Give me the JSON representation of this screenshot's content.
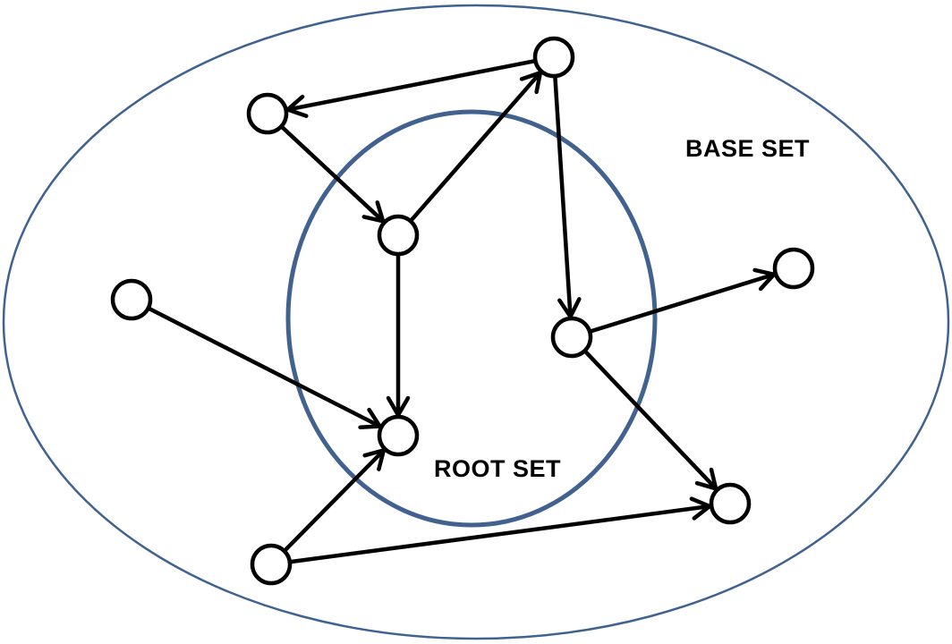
{
  "labels": {
    "base_set": "BASE SET",
    "root_set": "ROOT SET"
  },
  "colors": {
    "base_set_outline": "#3f6291",
    "root_set_outline": "#41618e",
    "node_stroke": "#000000",
    "edge": "#000000"
  },
  "graph": {
    "nodes": [
      {
        "id": "n1"
      },
      {
        "id": "n2"
      },
      {
        "id": "n3"
      },
      {
        "id": "n4"
      },
      {
        "id": "n5"
      },
      {
        "id": "n6"
      },
      {
        "id": "n7"
      },
      {
        "id": "n8"
      },
      {
        "id": "n9"
      },
      {
        "id": "n10"
      }
    ],
    "edges": [
      {
        "from": "n1",
        "to": "n2"
      },
      {
        "from": "n2",
        "to": "n3"
      },
      {
        "from": "n2",
        "to": "n4"
      },
      {
        "from": "n3",
        "to": "n1"
      },
      {
        "from": "n3",
        "to": "n5"
      },
      {
        "from": "n5",
        "to": "n6"
      },
      {
        "from": "n5",
        "to": "n9"
      },
      {
        "from": "n7",
        "to": "n4"
      },
      {
        "from": "n8",
        "to": "n4"
      },
      {
        "from": "n8",
        "to": "n9"
      }
    ]
  }
}
